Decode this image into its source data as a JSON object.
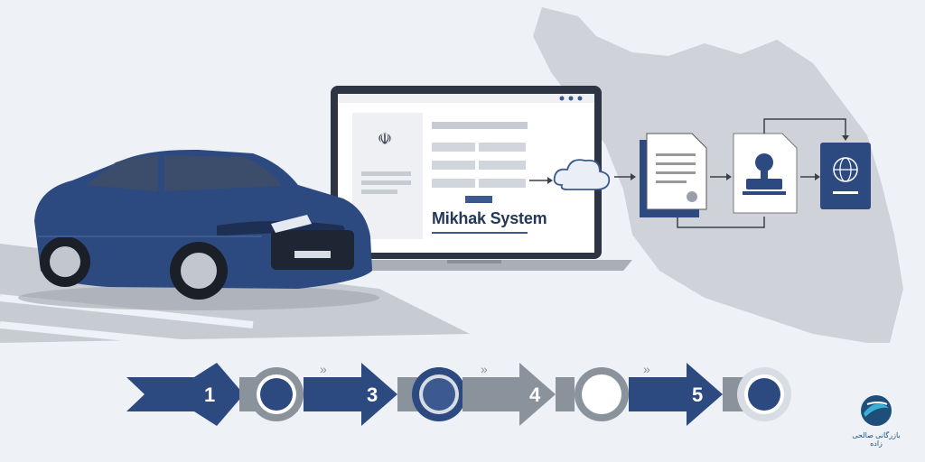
{
  "laptop": {
    "system_label": "Mikhak System"
  },
  "steps": [
    {
      "label": "1"
    },
    {
      "label": "3"
    },
    {
      "label": "4"
    },
    {
      "label": "5"
    }
  ],
  "logo": {
    "text": "بازرگانی صالحی زاده"
  },
  "colors": {
    "navy": "#2c4a80",
    "grey": "#8a929c",
    "map": "#cfd3d9",
    "background": "#eef1f6"
  }
}
